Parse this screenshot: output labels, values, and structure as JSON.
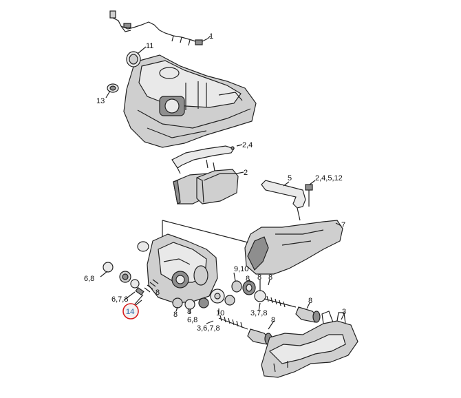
{
  "callouts": {
    "c1": "1",
    "c11": "11",
    "c13": "13",
    "c2_4": "2,4",
    "c2": "2",
    "c5": "5",
    "c2_4_5_12": "2,4,5,12",
    "c7": "7",
    "c9_10": "9,10",
    "c6_8": "6,8",
    "c8a": "8",
    "c8b": "8",
    "c8c": "8",
    "c6_7_8_left": "6,7,8",
    "c8d": "8",
    "c8e": "8",
    "c8f": "8",
    "c6_8b": "6,8",
    "c10": "10",
    "c3_6_7_8": "3,6,7,8",
    "c3_7_8": "3,7,8",
    "c8g": "8",
    "c8h": "8",
    "c3": "3",
    "c14": "14"
  },
  "colors": {
    "highlight_ring": "#d81b1b",
    "highlight_text": "#5b88b8"
  }
}
